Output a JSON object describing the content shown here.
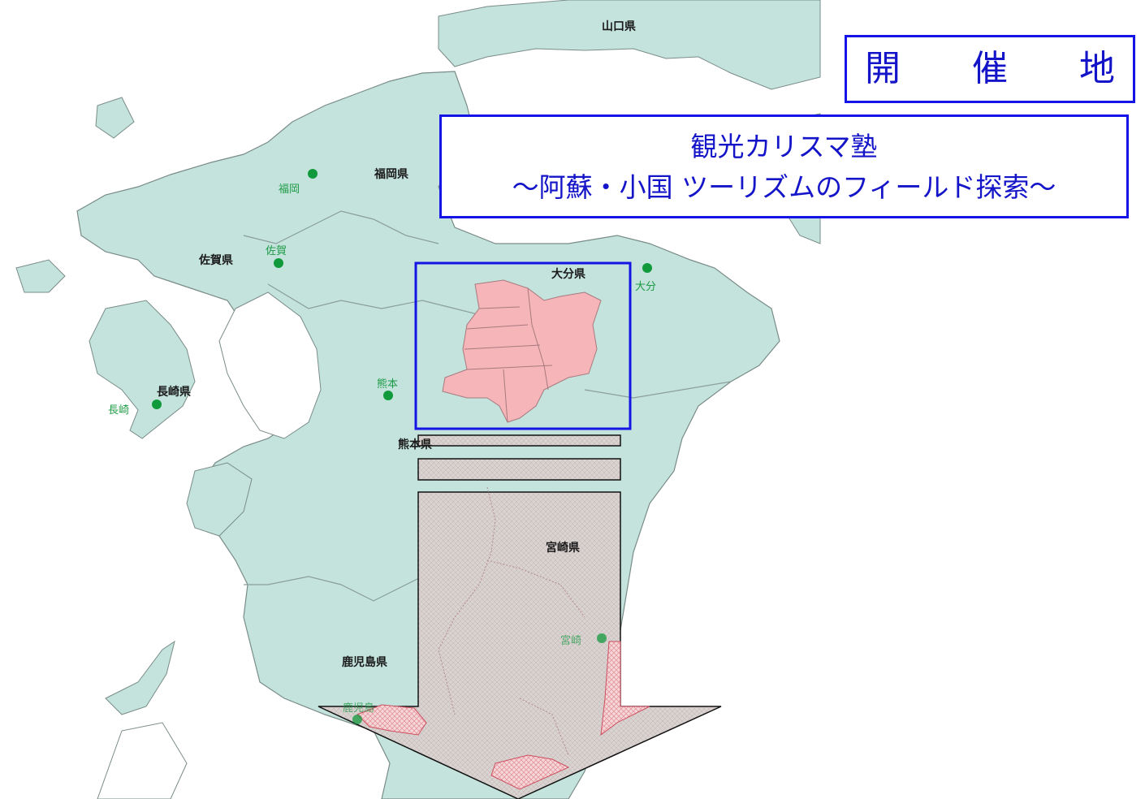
{
  "venue_label": "開　催　地",
  "event": {
    "title_line1": "観光カリスマ塾",
    "title_line2": "～阿蘇・小国 ツーリズムのフィールド探索～"
  },
  "prefectures": {
    "yamaguchi": "山口県",
    "fukuoka": "福岡県",
    "saga": "佐賀県",
    "oita": "大分県",
    "nagasaki": "長崎県",
    "kumamoto": "熊本県",
    "miyazaki": "宮崎県",
    "kagoshima": "鹿児島県"
  },
  "cities": {
    "fukuoka": "福岡",
    "saga": "佐賀",
    "oita": "大分",
    "kumamoto": "熊本",
    "nagasaki": "長崎",
    "miyazaki": "宮崎",
    "kagoshima": "鹿児島"
  },
  "colors": {
    "land": "#c3e3dc",
    "highlight": "#f5b5b9",
    "frame": "#1414e6",
    "city": "#119a3c"
  }
}
